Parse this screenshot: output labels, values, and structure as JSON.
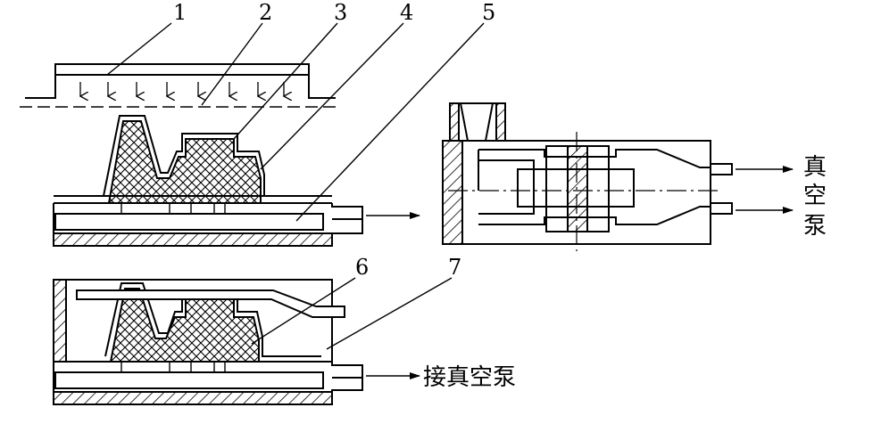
{
  "callouts": [
    "1",
    "2",
    "3",
    "4",
    "5",
    "6",
    "7"
  ],
  "labels": {
    "vacuum_pump_vertical": [
      "真",
      "空",
      "泵"
    ],
    "connect_vacuum_pump": "接真空泵"
  },
  "colors": {
    "stroke": "#000000",
    "background": "#ffffff"
  }
}
